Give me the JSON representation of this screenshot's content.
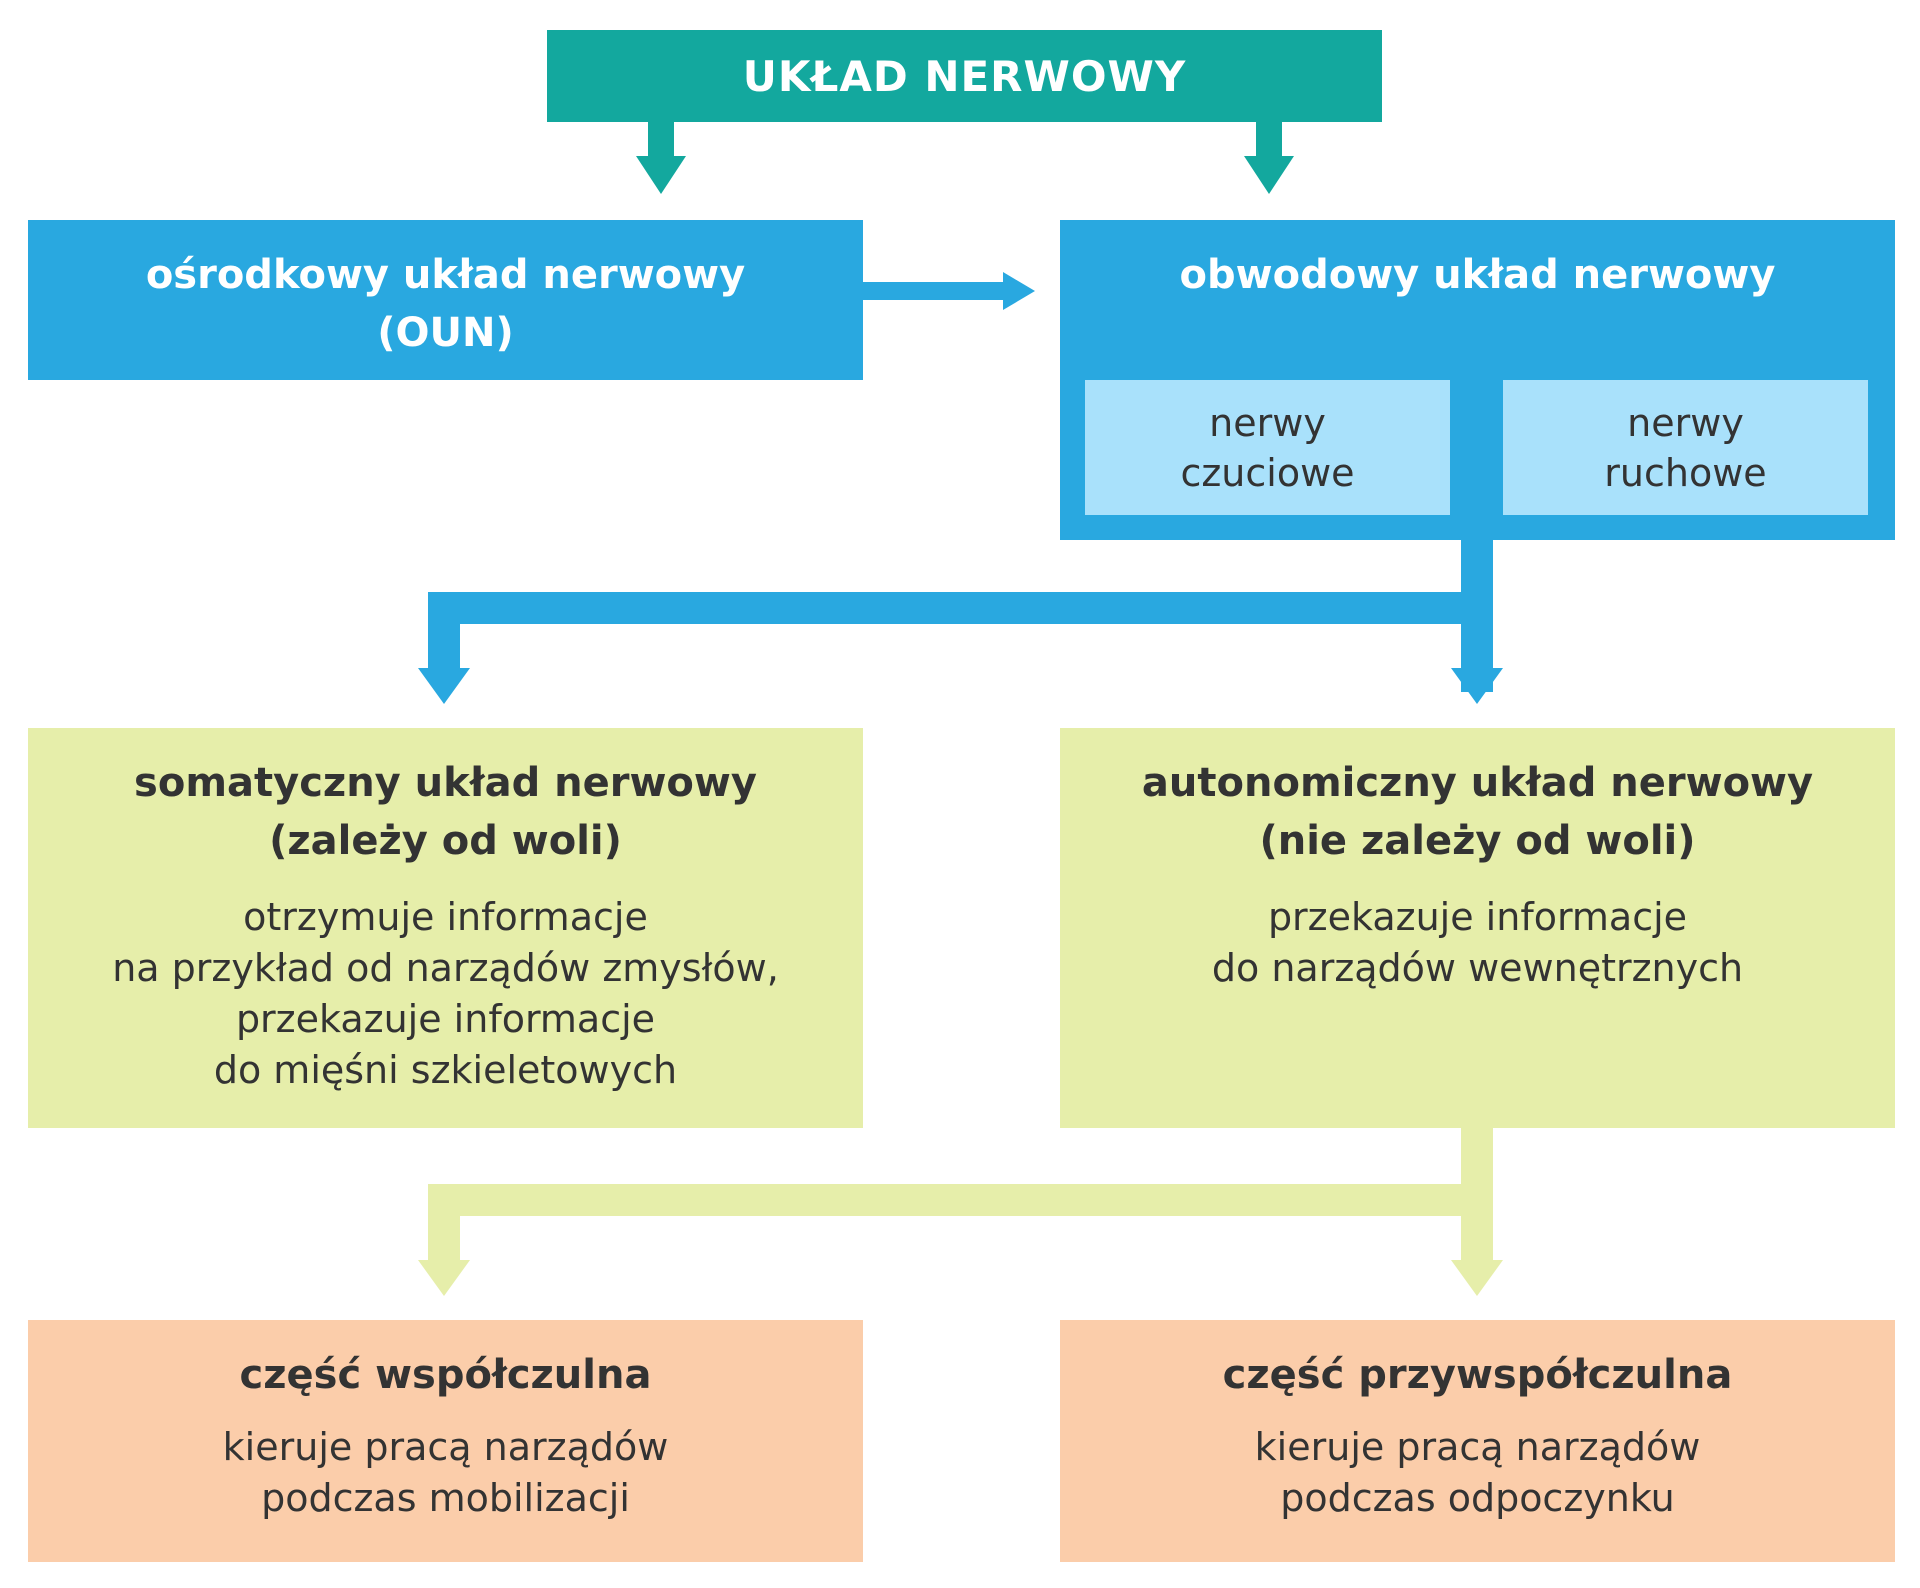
{
  "root": {
    "title": "UKŁAD NERWOWY"
  },
  "central": {
    "title_line1": "ośrodkowy układ nerwowy",
    "title_line2": "(OUN)"
  },
  "peripheral": {
    "title": "obwodowy układ nerwowy",
    "sensory": {
      "line1": "nerwy",
      "line2": "czuciowe"
    },
    "motor": {
      "line1": "nerwy",
      "line2": "ruchowe"
    }
  },
  "somatic": {
    "title_line1": "somatyczny układ nerwowy",
    "title_line2": "(zależy od woli)",
    "desc": [
      "otrzymuje informacje",
      "na przykład od narządów zmysłów,",
      "przekazuje informacje",
      "do mięśni szkieletowych"
    ]
  },
  "autonomic": {
    "title_line1": "autonomiczny układ nerwowy",
    "title_line2": "(nie zależy od woli)",
    "desc": [
      "przekazuje informacje",
      "do narządów wewnętrznych"
    ]
  },
  "sympathetic": {
    "title": "część współczulna",
    "desc": [
      "kieruje pracą narządów",
      "podczas mobilizacji"
    ]
  },
  "parasympathetic": {
    "title": "część przywspółczulna",
    "desc": [
      "kieruje pracą narządów",
      "podczas odpoczynku"
    ]
  },
  "colors": {
    "teal": "#13a89e",
    "blue": "#29a8e0",
    "light_blue": "#a9e1fb",
    "green": "#e6eeaa",
    "peach": "#fbcdaa",
    "text": "#333333"
  }
}
